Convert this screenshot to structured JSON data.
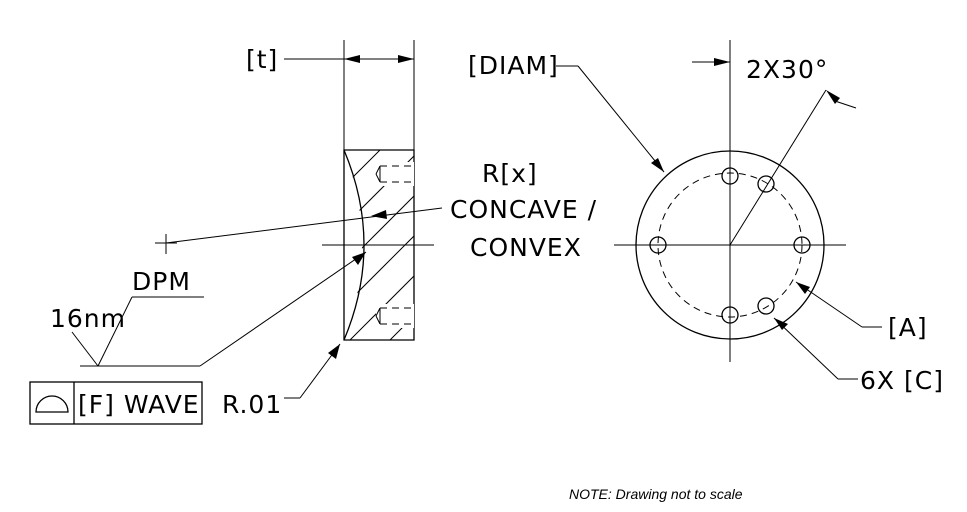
{
  "labels": {
    "thickness": "[t]",
    "diameter": "[DIAM]",
    "angle": "2X30°",
    "radius_line1": "R[x]",
    "radius_line2": "CONCAVE /",
    "radius_line3": "CONVEX",
    "dpm": "DPM",
    "flatness": "16nm",
    "wave": "[F] WAVE",
    "edge_radius": "R.01",
    "bolt_circle": "[A]",
    "holes": "6X [C]"
  },
  "note": "NOTE: Drawing not to scale",
  "icons": {
    "flatness_symbol": "semicircle-profile-icon"
  }
}
